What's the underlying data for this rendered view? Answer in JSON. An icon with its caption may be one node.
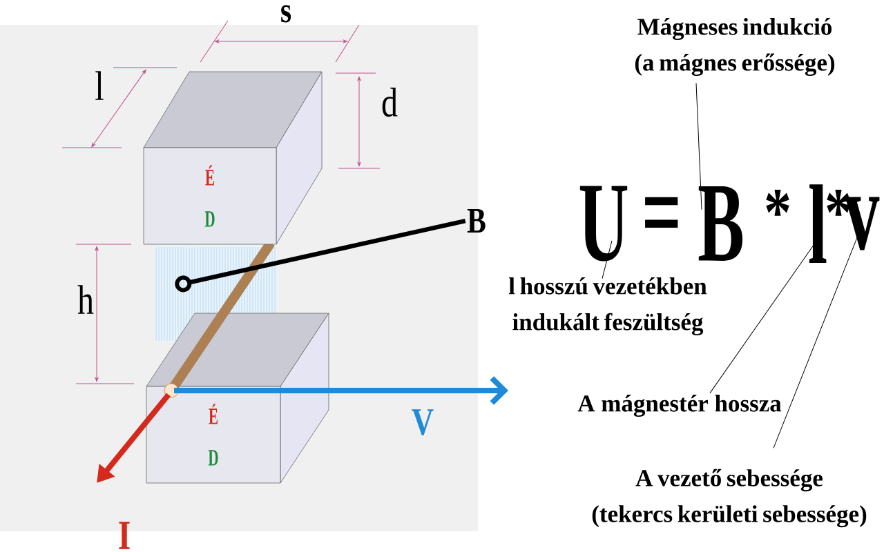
{
  "diagram": {
    "nodes": [
      {
        "text": [
          "É",
          "D"
        ]
      },
      {
        "text": [
          "É",
          "D"
        ]
      },
      {
        "text": [],
        "shape": "box"
      },
      {
        "text": [
          "B"
        ]
      },
      {
        "text": [
          "Mágneses indukció (a mágnes erőssége)"
        ]
      },
      {
        "text": [
          "U"
        ]
      },
      {
        "text": [
          "B"
        ]
      },
      {
        "text": [
          "l"
        ]
      },
      {
        "text": [
          "v"
        ]
      },
      {
        "text": [
          "l hosszú vezetékben indukált feszültség"
        ]
      },
      {
        "text": [
          "A mágnestér hossza"
        ]
      },
      {
        "text": [
          "A vezető sebessége (tekercs kerületi sebessége)"
        ]
      }
    ],
    "edges": [
      {
        "from": 3,
        "to": 2,
        "arrow": "other",
        "style": "thick"
      },
      {
        "from": 4,
        "to": 6,
        "arrow": "none"
      },
      {
        "from": 9,
        "to": 5,
        "arrow": "none"
      },
      {
        "from": 10,
        "to": 7,
        "arrow": "none"
      },
      {
        "from": 11,
        "to": 8,
        "arrow": "none"
      }
    ],
    "labels": [
      "s",
      "l",
      "d",
      "h",
      "V",
      "I",
      "=",
      "*",
      "*"
    ]
  }
}
